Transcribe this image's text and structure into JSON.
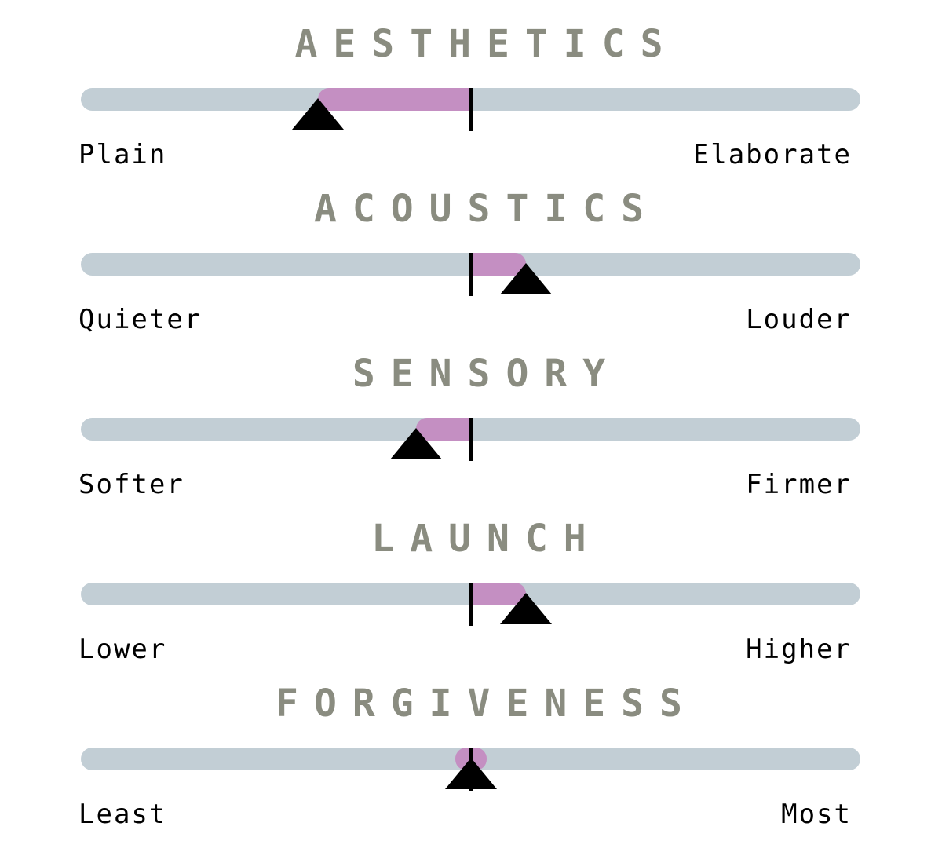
{
  "scales": [
    {
      "title": "AESTHETICS",
      "left_label": "Plain",
      "right_label": "Elaborate",
      "value": -0.39
    },
    {
      "title": "ACOUSTICS",
      "left_label": "Quieter",
      "right_label": "Louder",
      "value": 0.14
    },
    {
      "title": "SENSORY",
      "left_label": "Softer",
      "right_label": "Firmer",
      "value": -0.14
    },
    {
      "title": "LAUNCH",
      "left_label": "Lower",
      "right_label": "Higher",
      "value": 0.14
    },
    {
      "title": "FORGIVENESS",
      "left_label": "Least",
      "right_label": "Most",
      "value": 0.0
    }
  ],
  "colors": {
    "title": "#8a8c80",
    "track": "#c2ced5",
    "fill": "#c48fc2",
    "marker": "#000000",
    "center_line": "#000000"
  },
  "marker_icon": "triangle-up-icon"
}
